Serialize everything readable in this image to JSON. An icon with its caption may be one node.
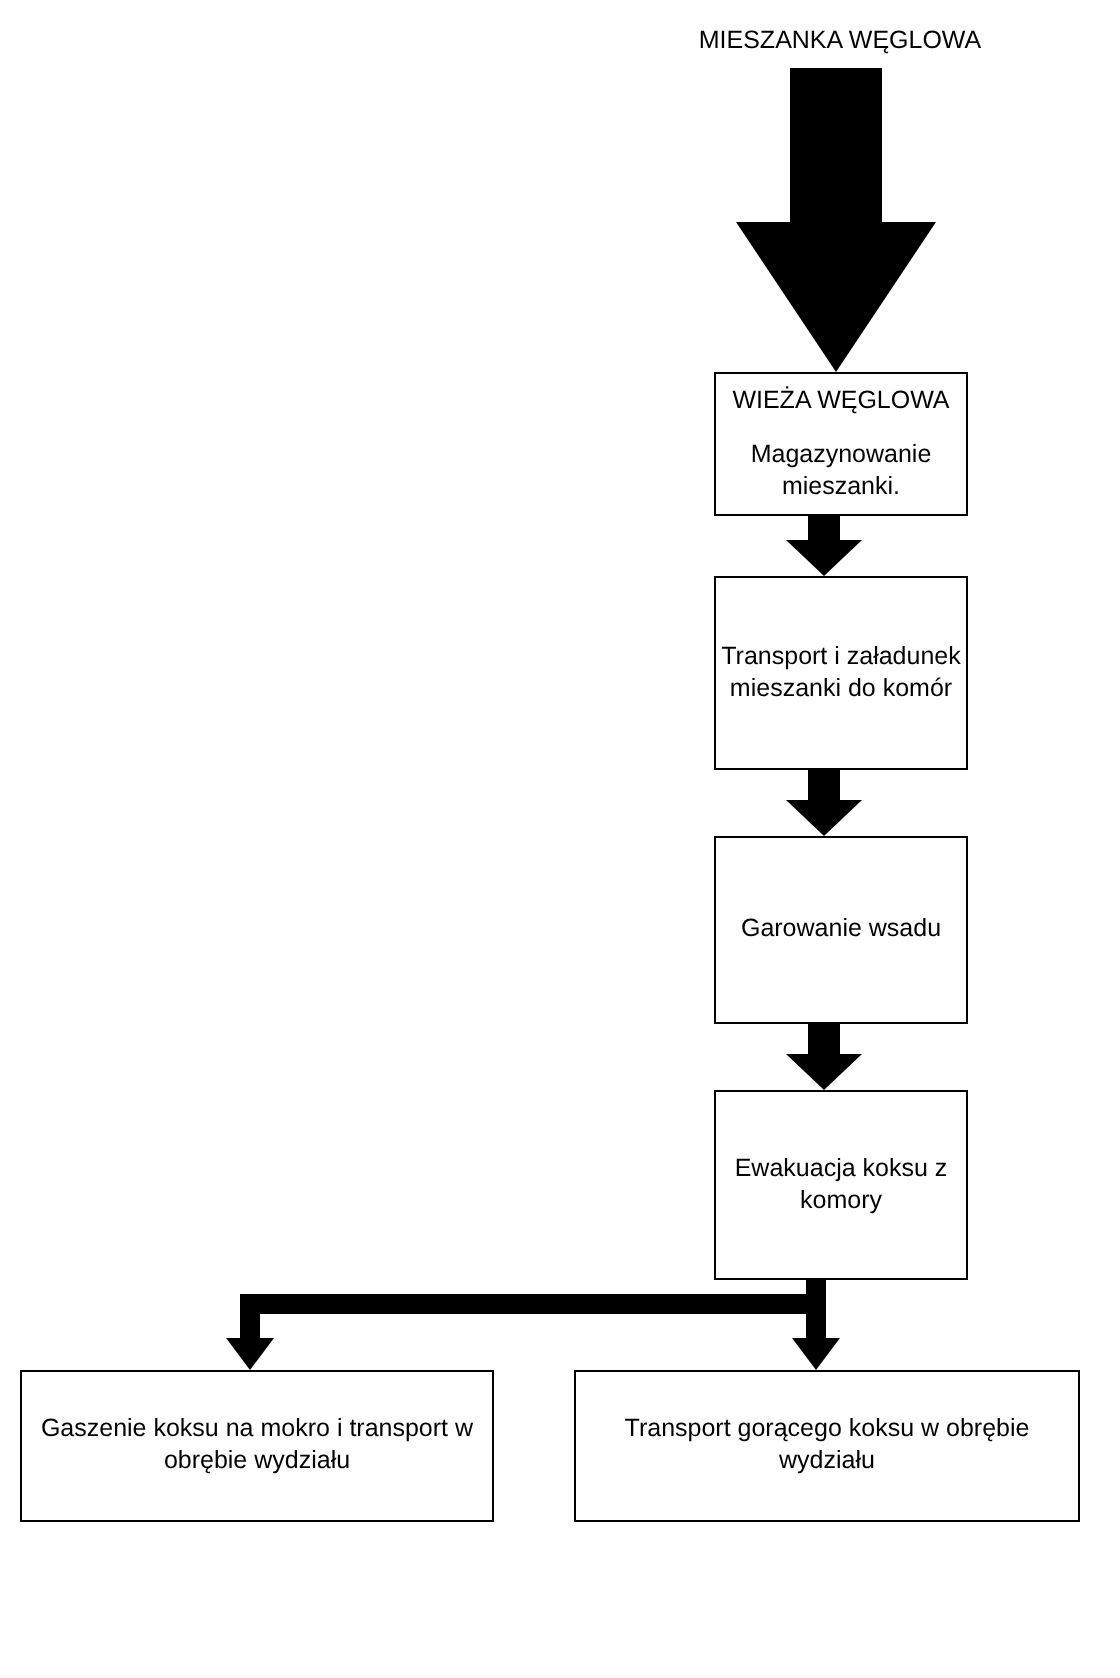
{
  "diagram": {
    "nodes": [
      {
        "text": [
          "MIESZANKA WĘGLOWA"
        ]
      },
      {
        "text": [
          "WIEŻA WĘGLOWA",
          "Magazynowanie mieszanki."
        ]
      },
      {
        "text": [
          "Transport i załadunek mieszanki do komór"
        ]
      },
      {
        "text": [
          "Garowanie wsadu"
        ]
      },
      {
        "text": [
          "Ewakuacja koksu z komory"
        ]
      },
      {
        "text": [
          "Gaszenie koksu na mokro i transport w obrębie wydziału"
        ]
      },
      {
        "text": [
          "Transport gorącego koksu w obrębie wydziału"
        ]
      }
    ],
    "edges": [
      {
        "from": 0,
        "to": 1,
        "arrow": "to",
        "style": "thick"
      },
      {
        "from": 1,
        "to": 2,
        "arrow": "to"
      },
      {
        "from": 2,
        "to": 3,
        "arrow": "to"
      },
      {
        "from": 3,
        "to": 4,
        "arrow": "to"
      },
      {
        "from": 4,
        "to": 5,
        "arrow": "to"
      },
      {
        "from": 4,
        "to": 6,
        "arrow": "to"
      }
    ]
  }
}
